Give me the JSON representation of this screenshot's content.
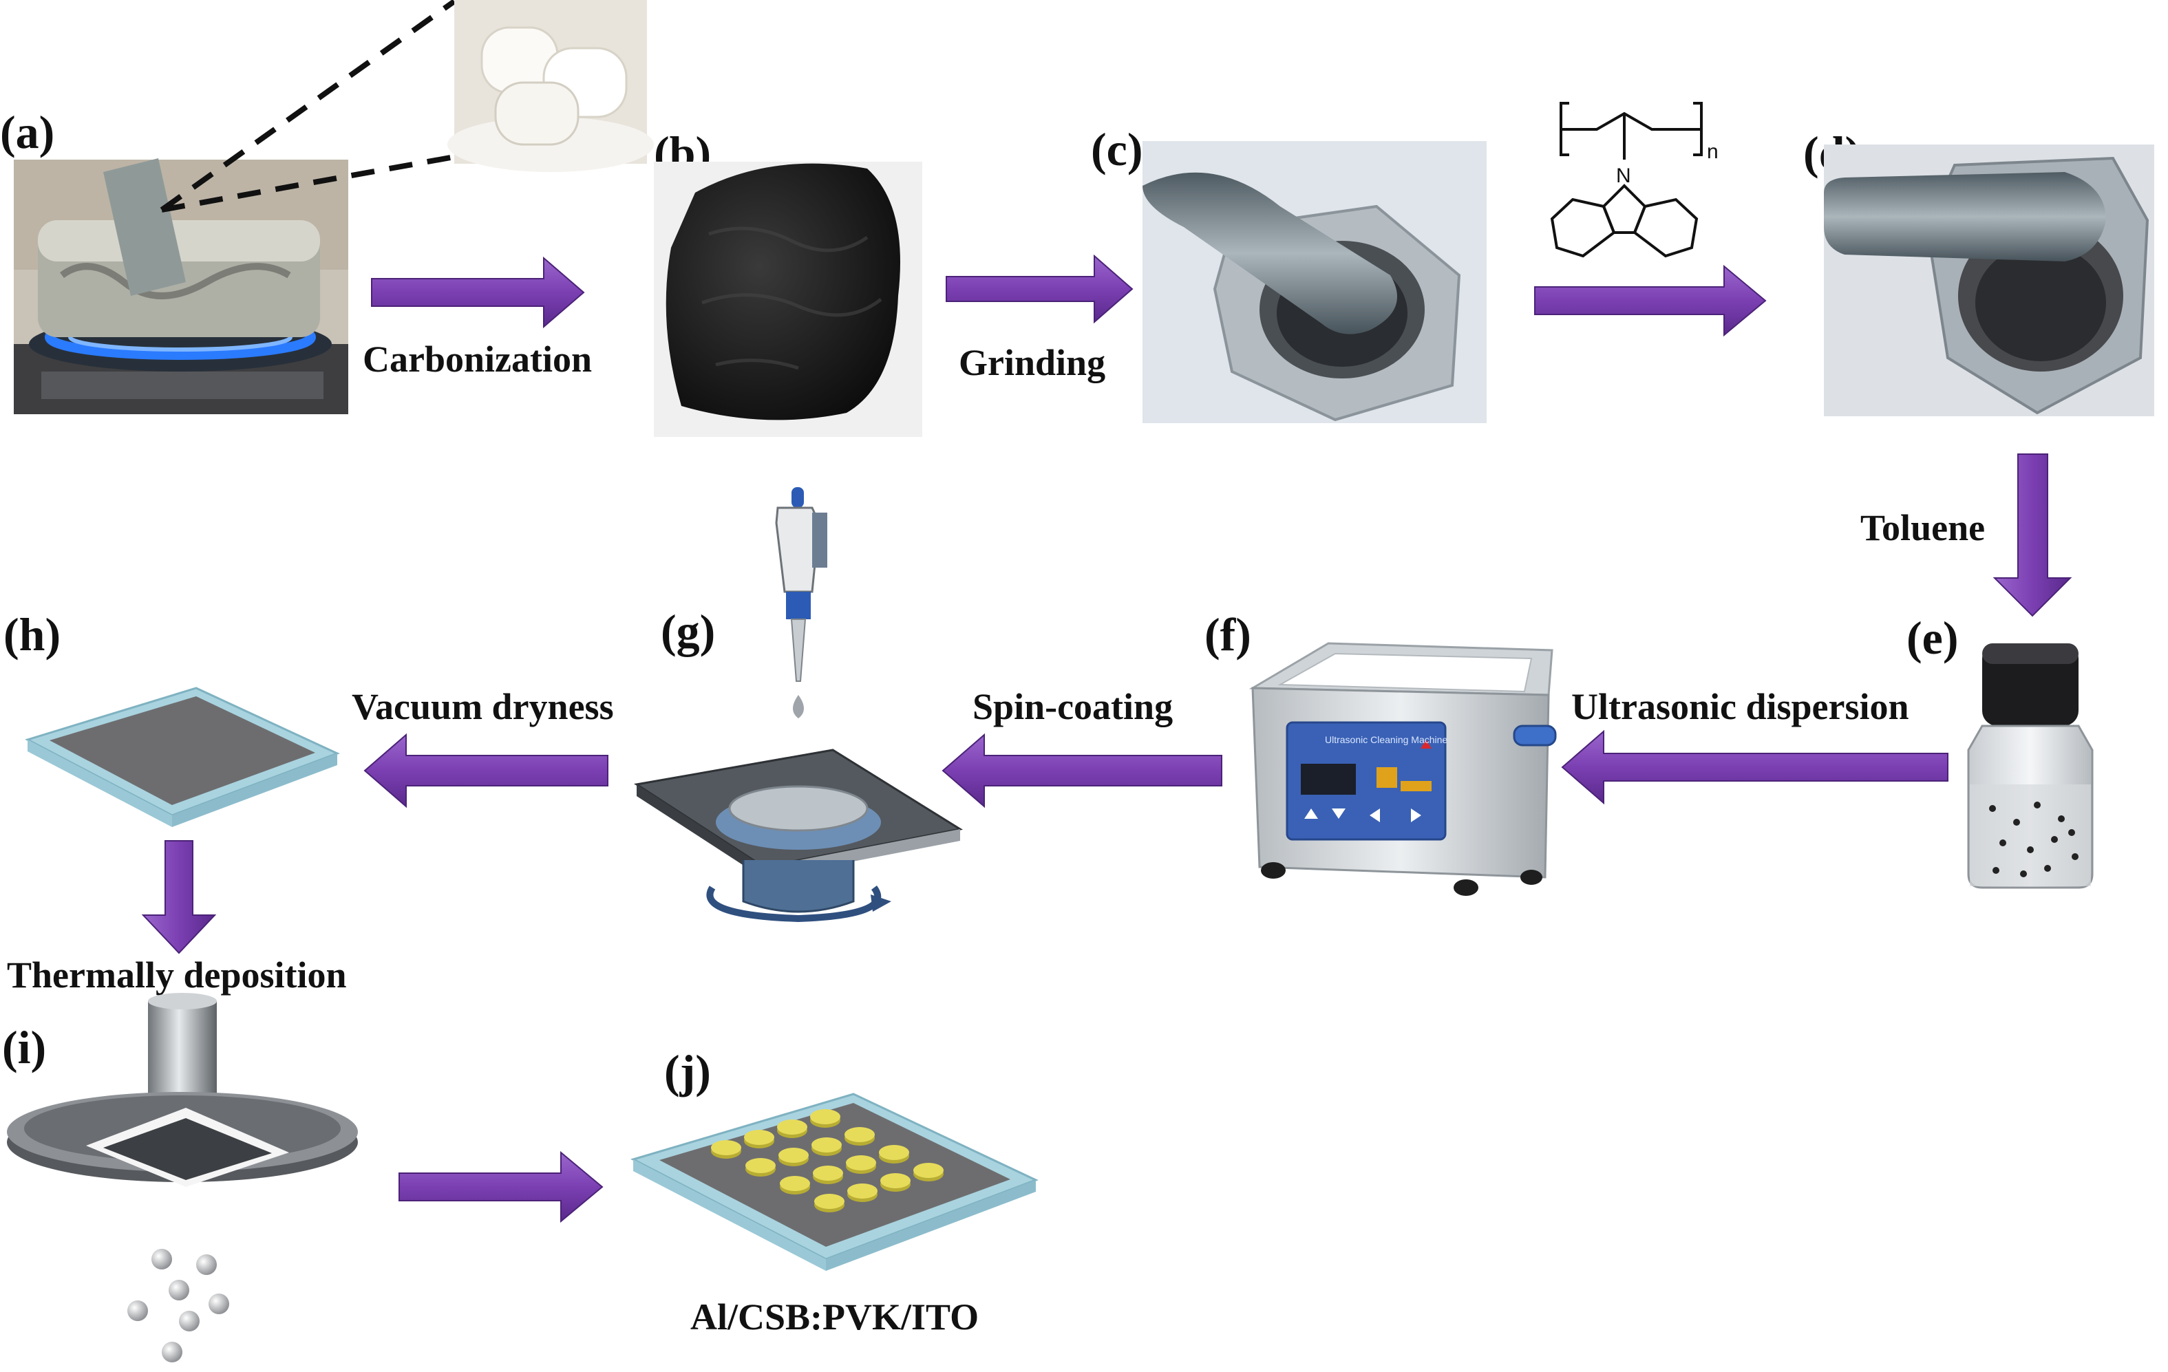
{
  "panels": {
    "a": "(a)",
    "b": "(b)",
    "c": "(c)",
    "d": "(d)",
    "e": "(e)",
    "f": "(f)",
    "g": "(g)",
    "h": "(h)",
    "i": "(i)",
    "j": "(j)"
  },
  "steps": {
    "carbonization": "Carbonization",
    "grinding": "Grinding",
    "toluene": "Toluene",
    "ultrasonic": "Ultrasonic dispersion",
    "spin_coating": "Spin-coating",
    "vacuum": "Vacuum dryness",
    "thermal": "Thermally deposition",
    "device": "Al/CSB:PVK/ITO"
  },
  "polymer": {
    "subscript": "n",
    "atom": "N"
  },
  "cleaner": {
    "screen_title": "Ultrasonic Cleaning Machine"
  },
  "colors": {
    "arrow": "#7b3fb2",
    "arrow_edge": "#4b2278",
    "substrate": "#a9d3df",
    "film": "#6d6d6f",
    "electrode": "#e7dc5a"
  }
}
